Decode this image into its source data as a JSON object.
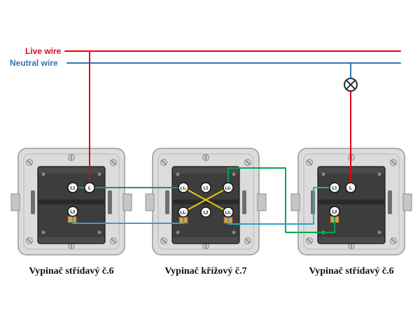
{
  "labels": {
    "live": "Live wire",
    "neutral": "Neutral wire"
  },
  "colors": {
    "live": "#e30613",
    "neutral": "#2e75b6",
    "green": "#00a651",
    "cyan": "#31a2c7",
    "yellow": "#e8c61a",
    "slot_orange": "#e0a03c"
  },
  "icons": {
    "lamp": "lamp-cross-circle-icon"
  },
  "switches": [
    {
      "caption": "Vypinač střídavý č.6",
      "terminals": [
        "L1",
        "L",
        "L2"
      ]
    },
    {
      "caption": "Vypinač křížový č.7",
      "terminals": [
        "L1₁",
        "L1",
        "L2₂",
        "L1₂",
        "L2",
        "L2₁"
      ]
    },
    {
      "caption": "Vypinač střídavý č.6",
      "terminals": [
        "L1",
        "L",
        "L2"
      ]
    }
  ]
}
